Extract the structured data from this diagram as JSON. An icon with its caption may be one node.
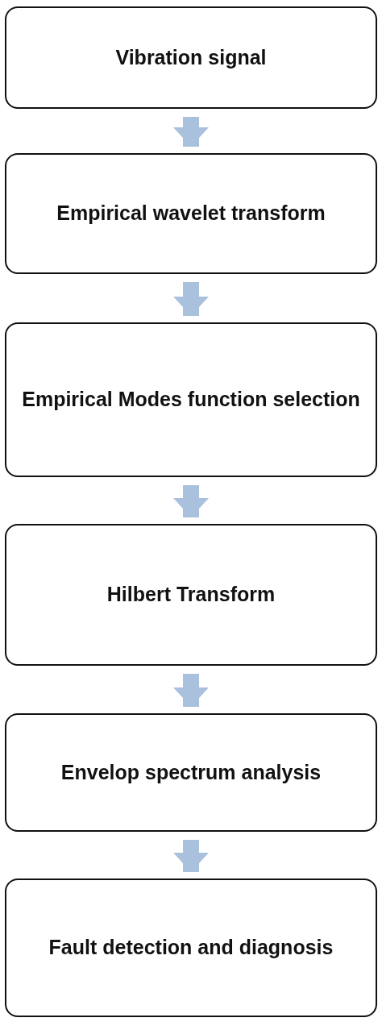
{
  "diagram": {
    "nodes": [
      {
        "text": [
          "Vibration signal"
        ]
      },
      {
        "text": [
          "Empirical wavelet transform"
        ]
      },
      {
        "text": [
          "Empirical Modes function selection"
        ]
      },
      {
        "text": [
          "Hilbert Transform"
        ]
      },
      {
        "text": [
          "Envelop spectrum analysis"
        ]
      },
      {
        "text": [
          "Fault detection and diagnosis"
        ]
      }
    ],
    "edges": [
      {
        "from": 0,
        "to": 1,
        "arrow": "to"
      },
      {
        "from": 1,
        "to": 2,
        "arrow": "to"
      },
      {
        "from": 2,
        "to": 3,
        "arrow": "to"
      },
      {
        "from": 3,
        "to": 4,
        "arrow": "to"
      },
      {
        "from": 4,
        "to": 5,
        "arrow": "to"
      }
    ]
  }
}
